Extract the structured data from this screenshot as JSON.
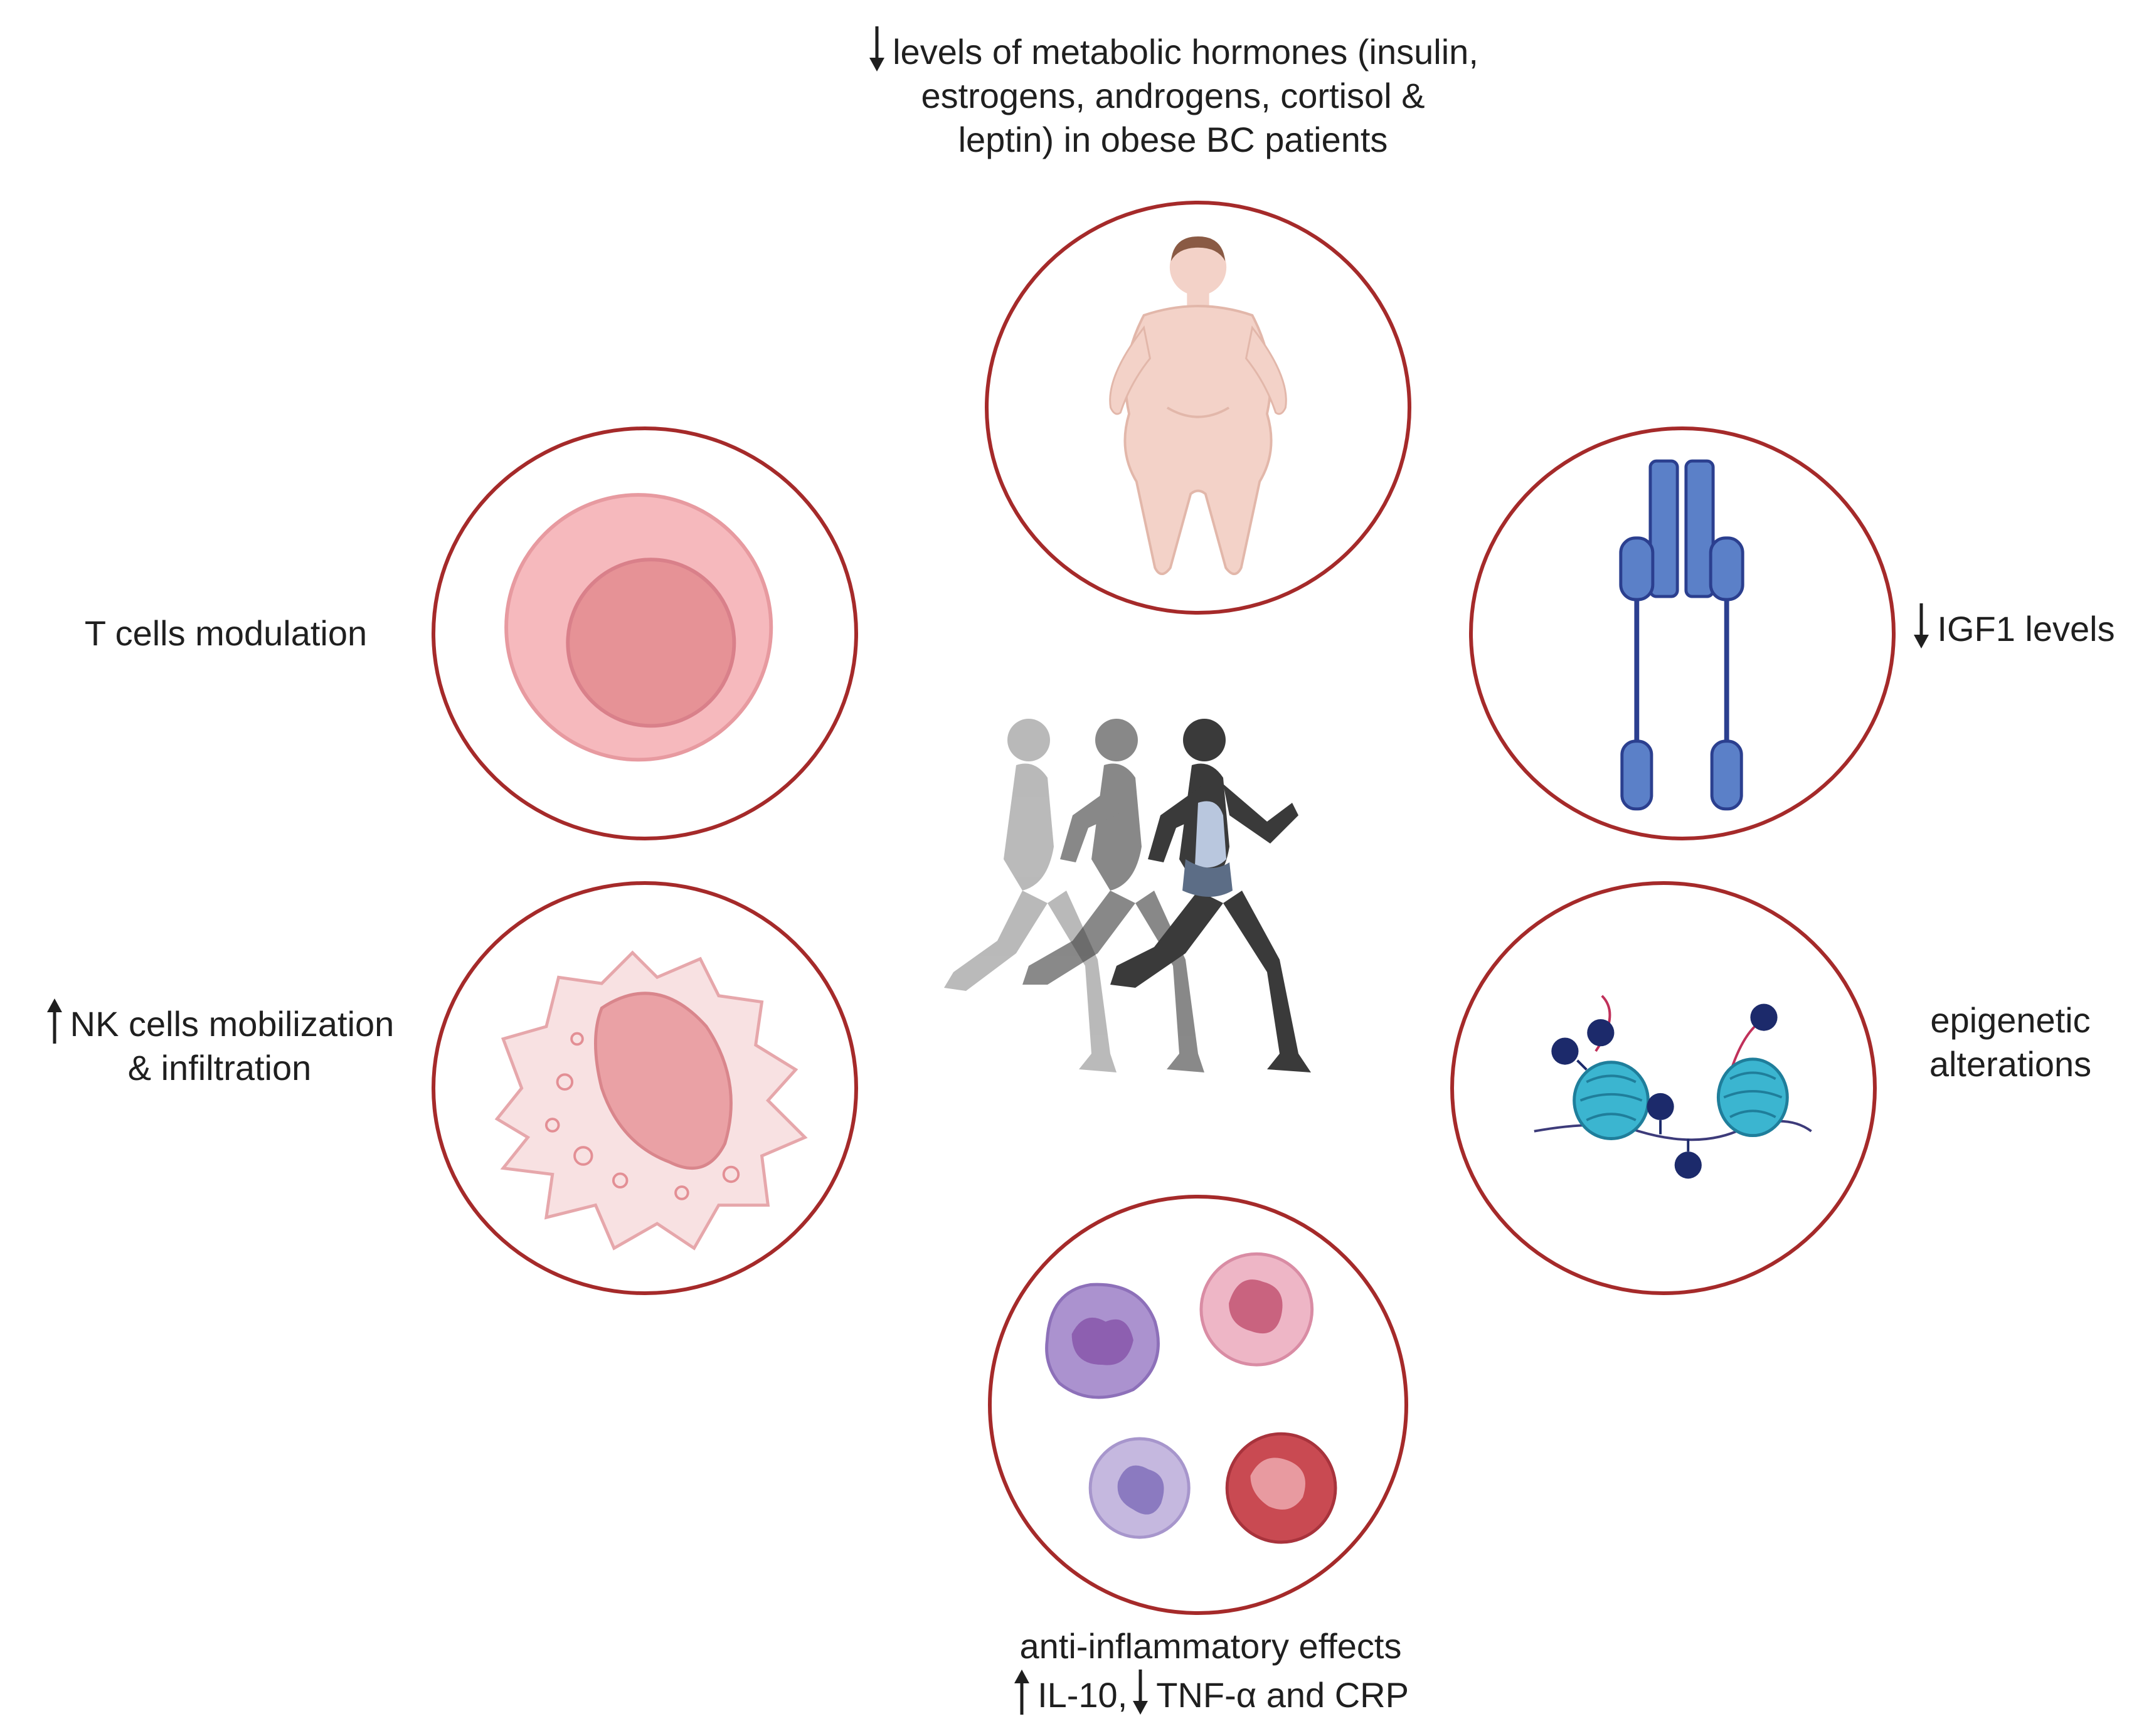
{
  "labels": {
    "hormones": {
      "line1": "levels of metabolic hormones (insulin,",
      "line2": "estrogens, androgens, cortisol &",
      "line3": "leptin) in obese BC patients",
      "arrow": "down"
    },
    "tcells": {
      "text": "T cells modulation"
    },
    "igf1": {
      "text": "IGF1 levels",
      "arrow": "down"
    },
    "nk": {
      "line1": "NK cells mobilization",
      "line2": "& infiltration",
      "arrow": "up"
    },
    "epigenetic": {
      "line1": "epigenetic",
      "line2": "alterations"
    },
    "antiinflammatory": {
      "line1": "anti-inflammatory effects",
      "il10": "IL-10,",
      "tnf": "TNF-α and CRP",
      "arrow_il10": "up",
      "arrow_tnf": "down"
    }
  },
  "colors": {
    "ring": "#a52a2a",
    "text": "#1f1f1f",
    "tcell_outer": "#f6b9bd",
    "tcell_inner": "#e69296",
    "receptor": "#5b80c8",
    "receptor_dark": "#2b3f8f",
    "nucleosome": "#3bb5d0",
    "dna_node": "#1c2a6b",
    "runner": "#3a3a3a"
  },
  "icons": {
    "center": "runner-icon",
    "hormones": "obese-body-icon",
    "tcells": "t-cell-icon",
    "igf1": "igf1-receptor-icon",
    "nk": "nk-cell-icon",
    "epigenetic": "nucleosome-dna-icon",
    "antiinflammatory": "immune-cells-icon"
  }
}
